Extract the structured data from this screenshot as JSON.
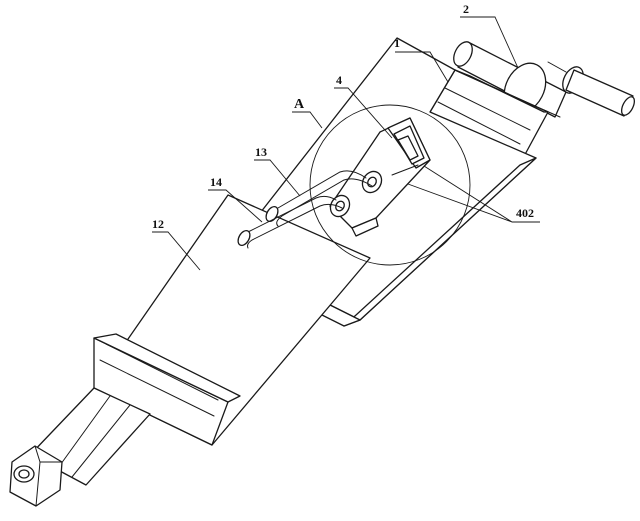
{
  "labels": {
    "l1": "1",
    "l2": "2",
    "l4": "4",
    "lA": "A",
    "l13": "13",
    "l14": "14",
    "l12": "12",
    "l402": "402"
  }
}
